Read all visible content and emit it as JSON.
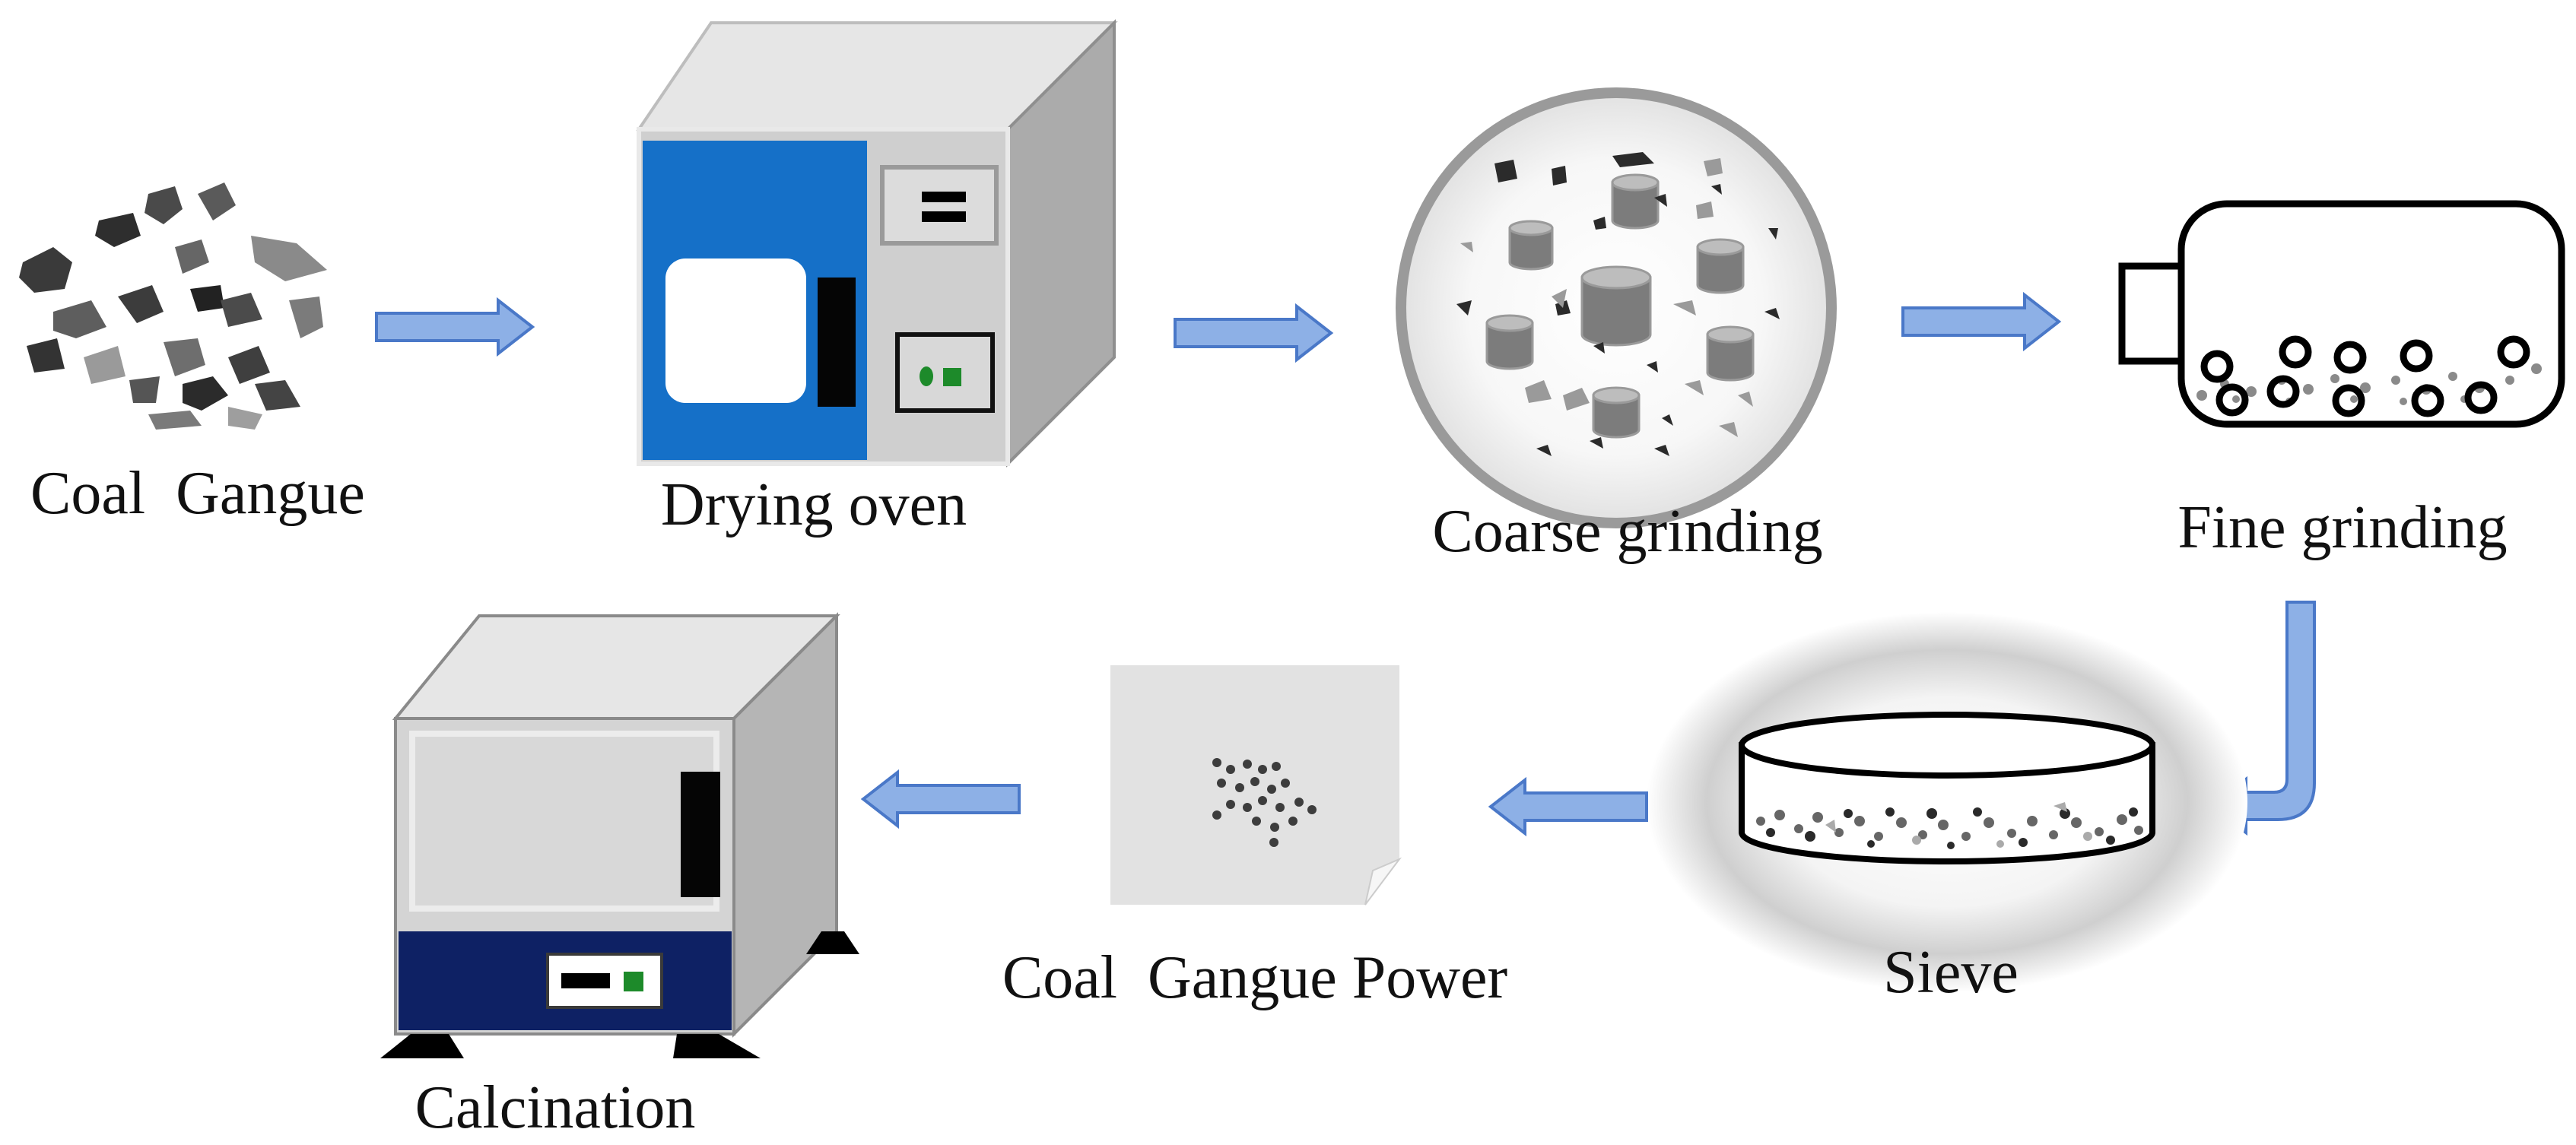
{
  "steps": [
    {
      "id": "coal-gangue",
      "label": "Coal  Gangue"
    },
    {
      "id": "drying-oven",
      "label": "Drying oven"
    },
    {
      "id": "coarse-grinding",
      "label": "Coarse grinding"
    },
    {
      "id": "fine-grinding",
      "label": "Fine grinding"
    },
    {
      "id": "sieve",
      "label": "Sieve"
    },
    {
      "id": "coal-gangue-power",
      "label": "Coal  Gangue Power"
    },
    {
      "id": "calcination",
      "label": "Calcination"
    }
  ],
  "colors": {
    "arrow_fill": "#8DB0E6",
    "arrow_stroke": "#4A78C8",
    "oven_door": "#1570C8",
    "furnace_panel": "#0E2164",
    "indicator_green": "#1D8A2A"
  }
}
